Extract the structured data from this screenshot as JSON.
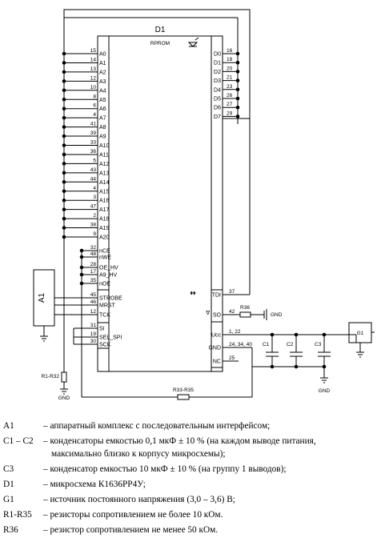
{
  "schematic": {
    "chip_ref": "D1",
    "chip_type": "RPROM",
    "addr_pins": [
      {
        "name": "A0",
        "num": "15"
      },
      {
        "name": "A1",
        "num": "14"
      },
      {
        "name": "A2",
        "num": "13"
      },
      {
        "name": "A3",
        "num": "12"
      },
      {
        "name": "A4",
        "num": "10"
      },
      {
        "name": "A5",
        "num": "8"
      },
      {
        "name": "A6",
        "num": "6"
      },
      {
        "name": "A7",
        "num": "4"
      },
      {
        "name": "A8",
        "num": "41"
      },
      {
        "name": "A9",
        "num": "39"
      },
      {
        "name": "A10",
        "num": "33"
      },
      {
        "name": "A11",
        "num": "36"
      },
      {
        "name": "A12",
        "num": "5"
      },
      {
        "name": "A13",
        "num": "43"
      },
      {
        "name": "A14",
        "num": "44"
      },
      {
        "name": "A15",
        "num": "4"
      },
      {
        "name": "A16",
        "num": "3"
      },
      {
        "name": "A17",
        "num": "47"
      },
      {
        "name": "A18",
        "num": "2"
      },
      {
        "name": "A19",
        "num": "38"
      },
      {
        "name": "A20",
        "num": "9"
      }
    ],
    "ctrl_pins": [
      {
        "name": "nCE",
        "num": "32"
      },
      {
        "name": "nWE",
        "num": "48"
      },
      {
        "name": "OE_HV",
        "num": "28"
      },
      {
        "name": "A9_HV",
        "num": "17"
      },
      {
        "name": "nOE",
        "num": "35"
      }
    ],
    "serial_pins": [
      {
        "name": "STROBE",
        "num": "45"
      },
      {
        "name": "MRST",
        "num": "46"
      },
      {
        "name": "TCK",
        "num": "12"
      },
      {
        "name": "SI",
        "num": "31"
      },
      {
        "name": "SEL_SPI",
        "num": "19"
      },
      {
        "name": "SCK",
        "num": "30"
      }
    ],
    "data_pins": [
      {
        "name": "D0",
        "num": "16"
      },
      {
        "name": "D1",
        "num": "18"
      },
      {
        "name": "D2",
        "num": "20"
      },
      {
        "name": "D3",
        "num": "21"
      },
      {
        "name": "D4",
        "num": "23"
      },
      {
        "name": "D5",
        "num": "26"
      },
      {
        "name": "D6",
        "num": "27"
      },
      {
        "name": "D7",
        "num": "29"
      }
    ],
    "right_pins": [
      {
        "name": "TDI",
        "num": "37"
      },
      {
        "name": "SO",
        "num": "42"
      },
      {
        "name": "Ucc",
        "num": "1, 22"
      },
      {
        "name": "GND",
        "num": "24, 34, 40"
      },
      {
        "name": "NC",
        "num": "25"
      }
    ],
    "a1_label": "A1",
    "r1_r32": "R1-R32",
    "r33_r35": "R33-R35",
    "r36": "R36",
    "c1": "C1",
    "c2": "C2",
    "c3": "C3",
    "g1": "G1",
    "gnd": "GND"
  },
  "legend": [
    {
      "ref": "A1",
      "text": "– аппаратный комплекс с последовательным интерфейсом;"
    },
    {
      "ref": "C1 – C2",
      "text": "– конденсаторы емкостью 0,1 мкФ ± 10 % (на каждом выводе питания,",
      "cont": "максимально близко к корпусу микросхемы);"
    },
    {
      "ref": "C3",
      "text": "– конденсатор емкостью 10 мкФ ± 10 % (на группу 1 выводов);"
    },
    {
      "ref": "D1",
      "text": "– микросхема К1636РР4У;"
    },
    {
      "ref": "G1",
      "text": "– источник постоянного напряжения (3,0 – 3,6) В;"
    },
    {
      "ref": "R1-R35",
      "text": "– резисторы сопротивлением не более 10 кОм."
    },
    {
      "ref": "R36",
      "text": "– резистор сопротивлением не менее 50 кОм."
    }
  ]
}
